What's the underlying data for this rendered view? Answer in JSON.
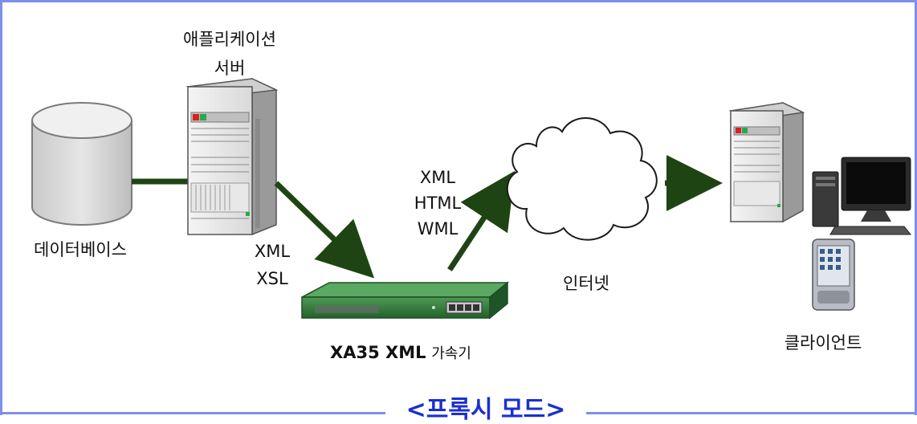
{
  "nodes": {
    "database": "데이터베이스",
    "app_server_line1": "애플리케이션",
    "app_server_line2": "서버",
    "accelerator_model": "XA35 XML",
    "accelerator_suffix": "가속기",
    "internet": "인터넷",
    "client": "클라이언트"
  },
  "edges": {
    "server_to_accelerator": [
      "XML",
      "XSL"
    ],
    "accelerator_to_internet": [
      "XML",
      "HTML",
      "WML"
    ]
  },
  "footer": {
    "mode_label": "<프록시 모드>"
  },
  "colors": {
    "border": "#7f8fe8",
    "arrow": "#1f4413",
    "mode_label": "#1b2fd0",
    "device_green": "#2f7a3a"
  }
}
